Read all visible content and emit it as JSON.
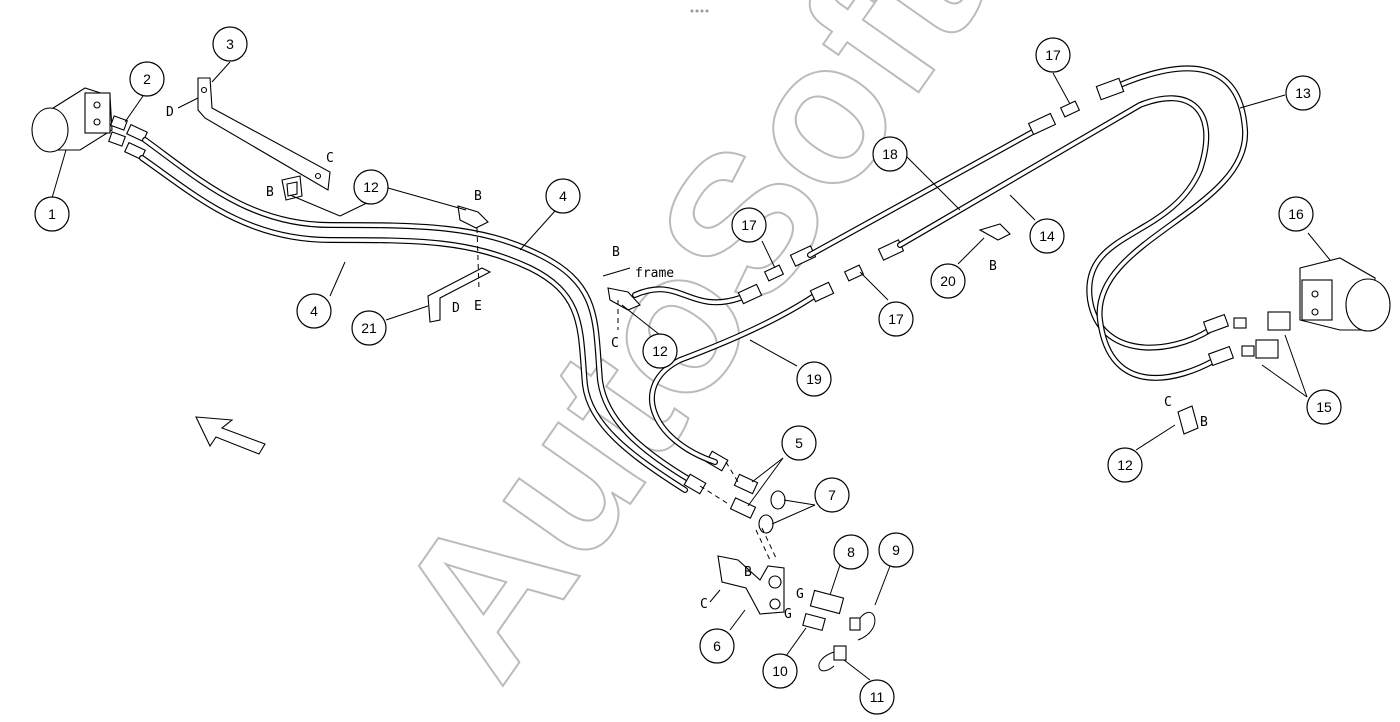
{
  "watermark": "AutoSoft",
  "callouts": [
    {
      "id": "c1",
      "label": "1"
    },
    {
      "id": "c2",
      "label": "2"
    },
    {
      "id": "c3",
      "label": "3"
    },
    {
      "id": "c4a",
      "label": "4"
    },
    {
      "id": "c4b",
      "label": "4"
    },
    {
      "id": "c5",
      "label": "5"
    },
    {
      "id": "c6",
      "label": "6"
    },
    {
      "id": "c7",
      "label": "7"
    },
    {
      "id": "c8",
      "label": "8"
    },
    {
      "id": "c9",
      "label": "9"
    },
    {
      "id": "c10",
      "label": "10"
    },
    {
      "id": "c11",
      "label": "11"
    },
    {
      "id": "c12a",
      "label": "12"
    },
    {
      "id": "c12b",
      "label": "12"
    },
    {
      "id": "c12c",
      "label": "12"
    },
    {
      "id": "c13",
      "label": "13"
    },
    {
      "id": "c14",
      "label": "14"
    },
    {
      "id": "c15",
      "label": "15"
    },
    {
      "id": "c16",
      "label": "16"
    },
    {
      "id": "c17a",
      "label": "17"
    },
    {
      "id": "c17b",
      "label": "17"
    },
    {
      "id": "c17c",
      "label": "17"
    },
    {
      "id": "c18",
      "label": "18"
    },
    {
      "id": "c19",
      "label": "19"
    },
    {
      "id": "c20",
      "label": "20"
    },
    {
      "id": "c21",
      "label": "21"
    }
  ],
  "refs": {
    "d_bracket3": "D",
    "c_bracket3": "C",
    "b_clamp12a": "B",
    "b_clamp12b": "B",
    "e_line": "E",
    "d_bracket21": "D",
    "b_frame": "B",
    "frame": "frame",
    "c_frame": "C",
    "b_clip20": "B",
    "c_clamp12c": "C",
    "b_clamp12c": "B",
    "b_bracket6": "B",
    "c_bracket6": "C",
    "g_upper": "G",
    "g_lower": "G"
  }
}
